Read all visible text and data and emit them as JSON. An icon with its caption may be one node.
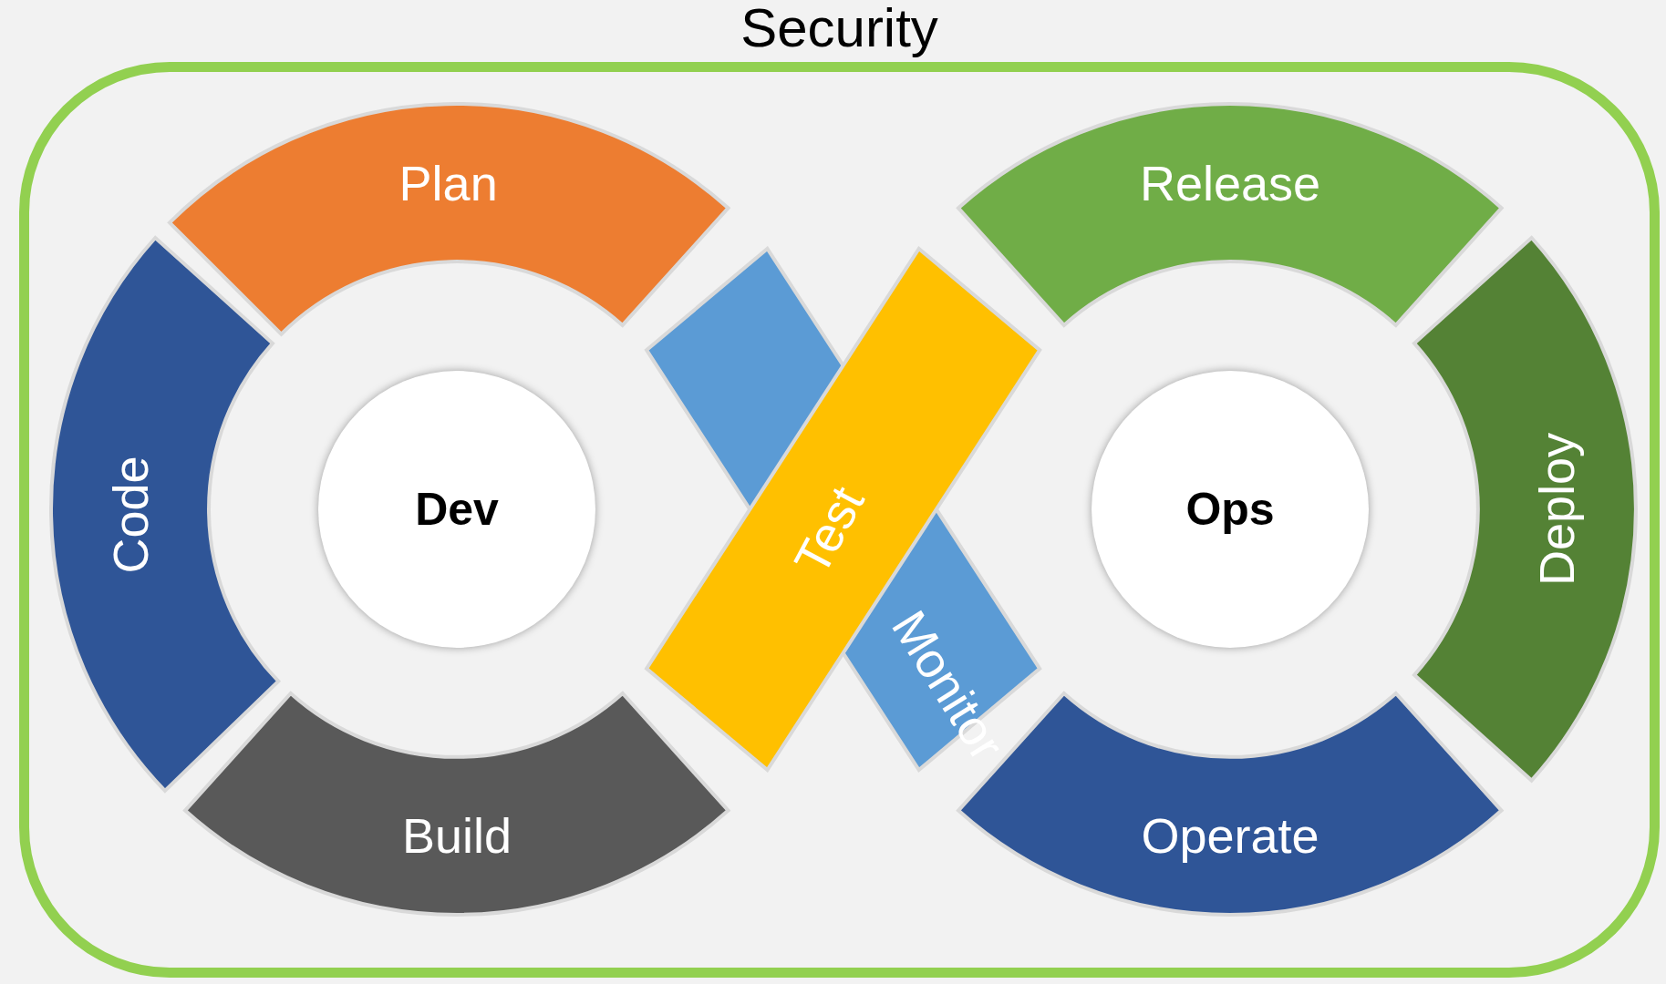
{
  "diagram": {
    "nodes": [
      {
        "text": [
          "Security"
        ]
      },
      {
        "text": [
          "Plan"
        ],
        "in": 0
      },
      {
        "text": [
          "Release"
        ],
        "in": 0
      },
      {
        "text": [
          "Code"
        ],
        "in": 0
      },
      {
        "text": [
          "Dev"
        ],
        "in": 0
      },
      {
        "text": [
          "Test"
        ],
        "in": 0
      },
      {
        "text": [
          "Ops"
        ],
        "in": 0
      },
      {
        "text": [
          "Deploy"
        ],
        "in": 0
      },
      {
        "text": [
          "Monitor"
        ],
        "in": 0
      },
      {
        "text": [
          "Build"
        ],
        "in": 0
      },
      {
        "text": [
          "Operate"
        ],
        "in": 0
      }
    ],
    "edges": []
  }
}
